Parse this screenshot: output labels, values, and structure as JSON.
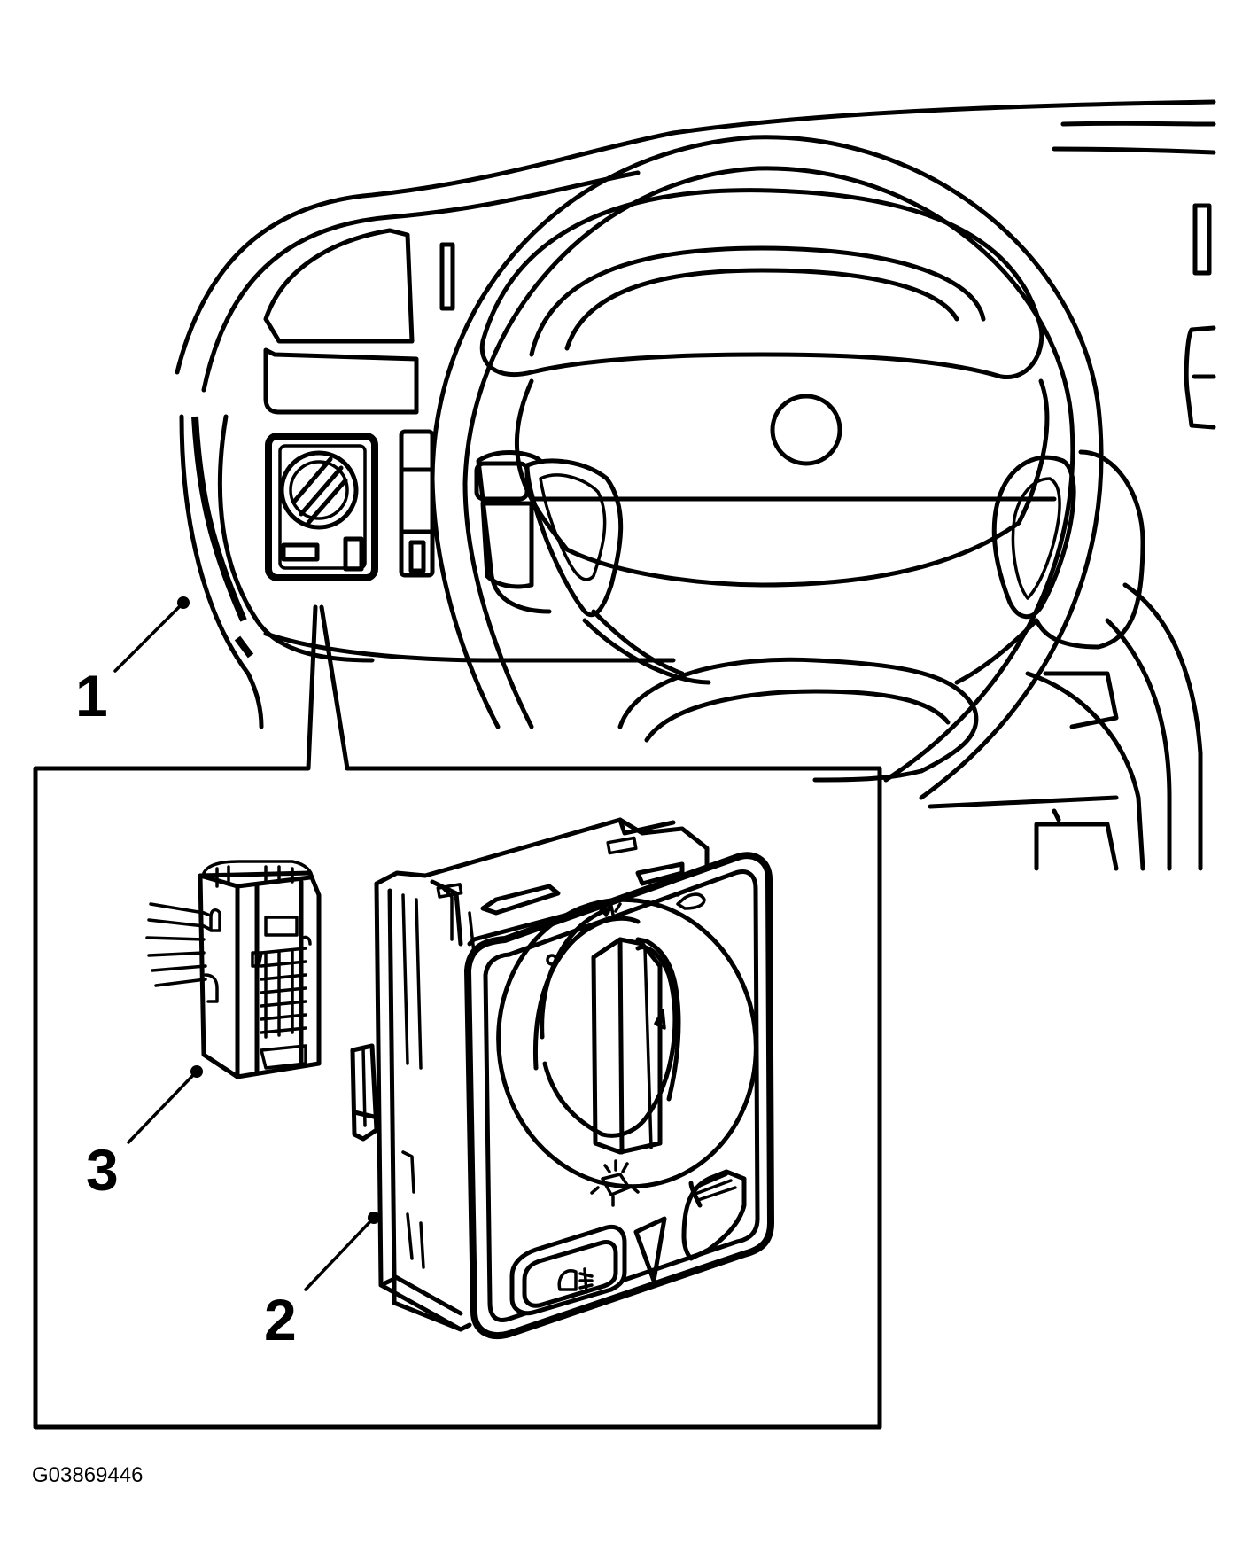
{
  "diagram": {
    "callouts": [
      {
        "id": "1",
        "label": "1"
      },
      {
        "id": "2",
        "label": "2"
      },
      {
        "id": "3",
        "label": "3"
      }
    ],
    "figure_id": "G03869446",
    "colors": {
      "line": "#000000",
      "background": "#ffffff"
    }
  }
}
